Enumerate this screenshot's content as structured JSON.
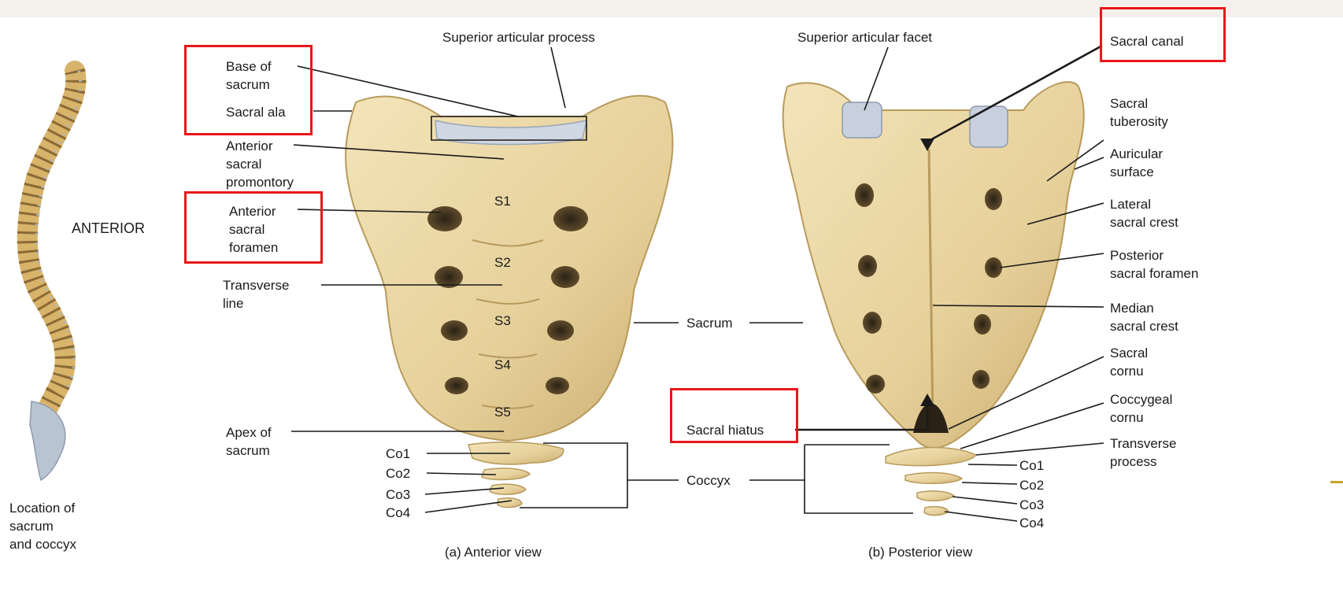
{
  "colors": {
    "bone": "#ecd9a6",
    "bone_shadow": "#c9ad6e",
    "cartilage": "#b9c4d2",
    "highlight_box": "#e8161b",
    "line": "#1a1a1a"
  },
  "spine": {
    "anterior": "ANTERIOR",
    "location": "Location of\nsacrum\nand coccyx"
  },
  "anterior": {
    "caption": "(a) Anterior view",
    "labels": {
      "superior_articular_process": "Superior articular process",
      "base": "Base of\nsacrum",
      "ala": "Sacral ala",
      "promontory": "Anterior\nsacral\npromontory",
      "foramen": "Anterior\nsacral\nforamen",
      "transverse_line": "Transverse\nline",
      "apex": "Apex of\nsacrum",
      "co1": "Co1",
      "co2": "Co2",
      "co3": "Co3",
      "co4": "Co4"
    },
    "segments": [
      "S1",
      "S2",
      "S3",
      "S4",
      "S5"
    ]
  },
  "middle": {
    "sacrum": "Sacrum",
    "coccyx": "Coccyx"
  },
  "posterior": {
    "caption": "(b) Posterior view",
    "labels": {
      "superior_articular_facet": "Superior articular facet",
      "canal": "Sacral canal",
      "tuberosity": "Sacral\ntuberosity",
      "auricular": "Auricular\nsurface",
      "lateral_crest": "Lateral\nsacral crest",
      "posterior_foramen": "Posterior\nsacral foramen",
      "median_crest": "Median\nsacral crest",
      "sacral_cornu": "Sacral\ncornu",
      "coccygeal_cornu": "Coccygeal\ncornu",
      "transverse_process": "Transverse\nprocess",
      "hiatus": "Sacral hiatus",
      "co1": "Co1",
      "co2": "Co2",
      "co3": "Co3",
      "co4": "Co4"
    }
  }
}
